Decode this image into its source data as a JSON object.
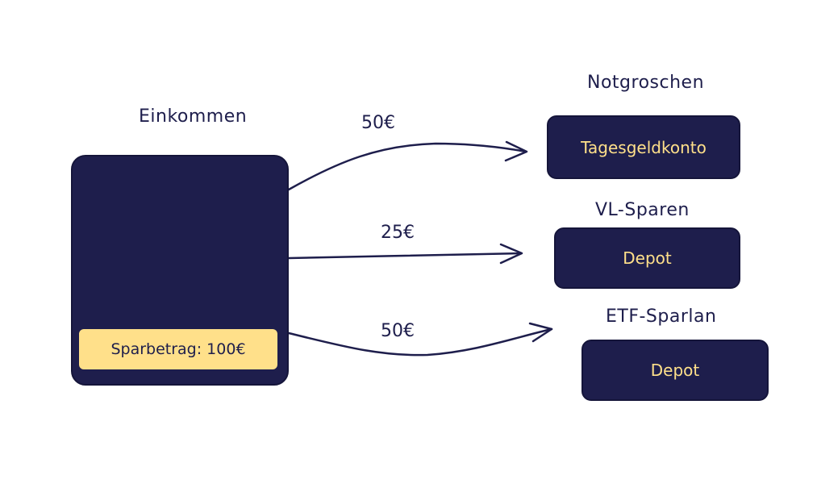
{
  "colors": {
    "dark": "#1e1e4c",
    "accent": "#ffe08a",
    "background": "#ffffff"
  },
  "source": {
    "title": "Einkommen",
    "savings_label": "Sparbetrag: 100€"
  },
  "flows": [
    {
      "amount": "50€",
      "category": "Notgroschen",
      "target": "Tagesgeldkonto"
    },
    {
      "amount": "25€",
      "category": "VL-Sparen",
      "target": "Depot"
    },
    {
      "amount": "50€",
      "category": "ETF-Sparlan",
      "target": "Depot"
    }
  ]
}
